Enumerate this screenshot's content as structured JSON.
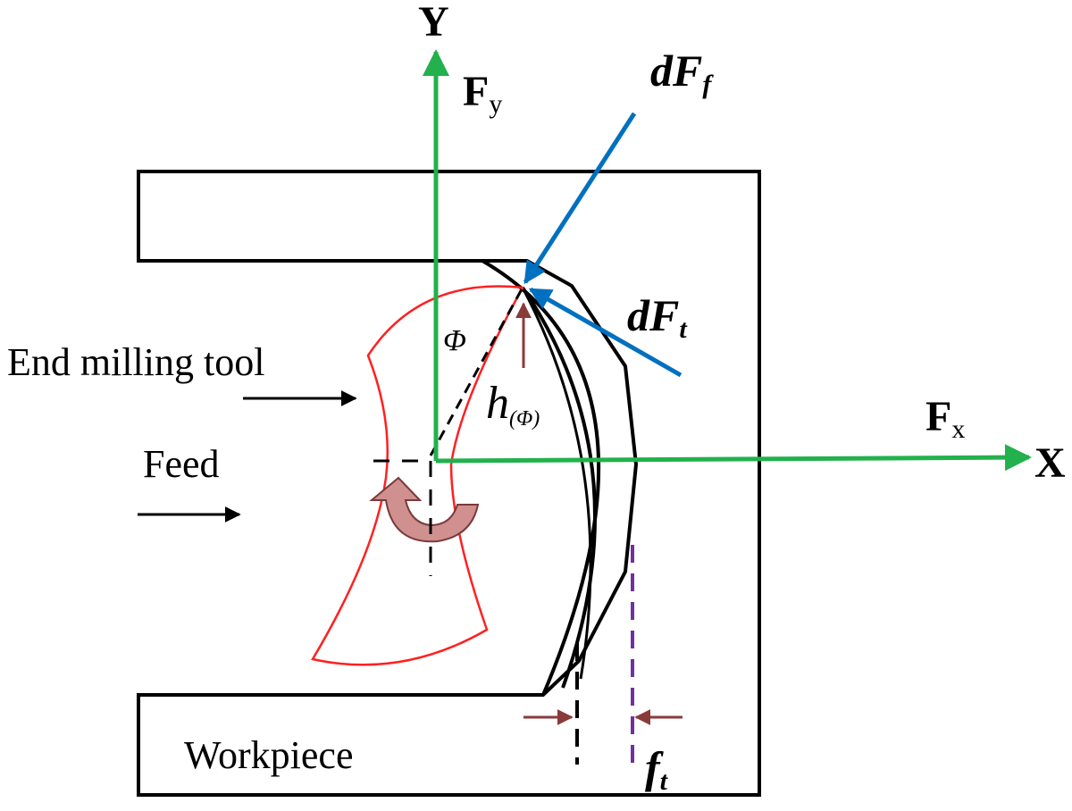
{
  "labels": {
    "y_axis": "Y",
    "x_axis": "X",
    "fy": "F",
    "fy_sub": "y",
    "fx": "F",
    "fx_sub": "x",
    "dff": "dF",
    "dff_sub": "f",
    "dft": "dF",
    "dft_sub": "t",
    "phi": "Φ",
    "h": "h",
    "h_sub": "(Φ)",
    "tool": "End milling tool",
    "feed": "Feed",
    "workpiece": "Workpiece",
    "ft": "f",
    "ft_sub": "t"
  },
  "colors": {
    "axis": "#22b14c",
    "force": "#0070c0",
    "tool_outline": "#ff2020",
    "rotation_arrow": "#d09090",
    "h_arrow": "#8b3a3a",
    "feed_marker": "#7030a0",
    "ink": "#000000"
  }
}
